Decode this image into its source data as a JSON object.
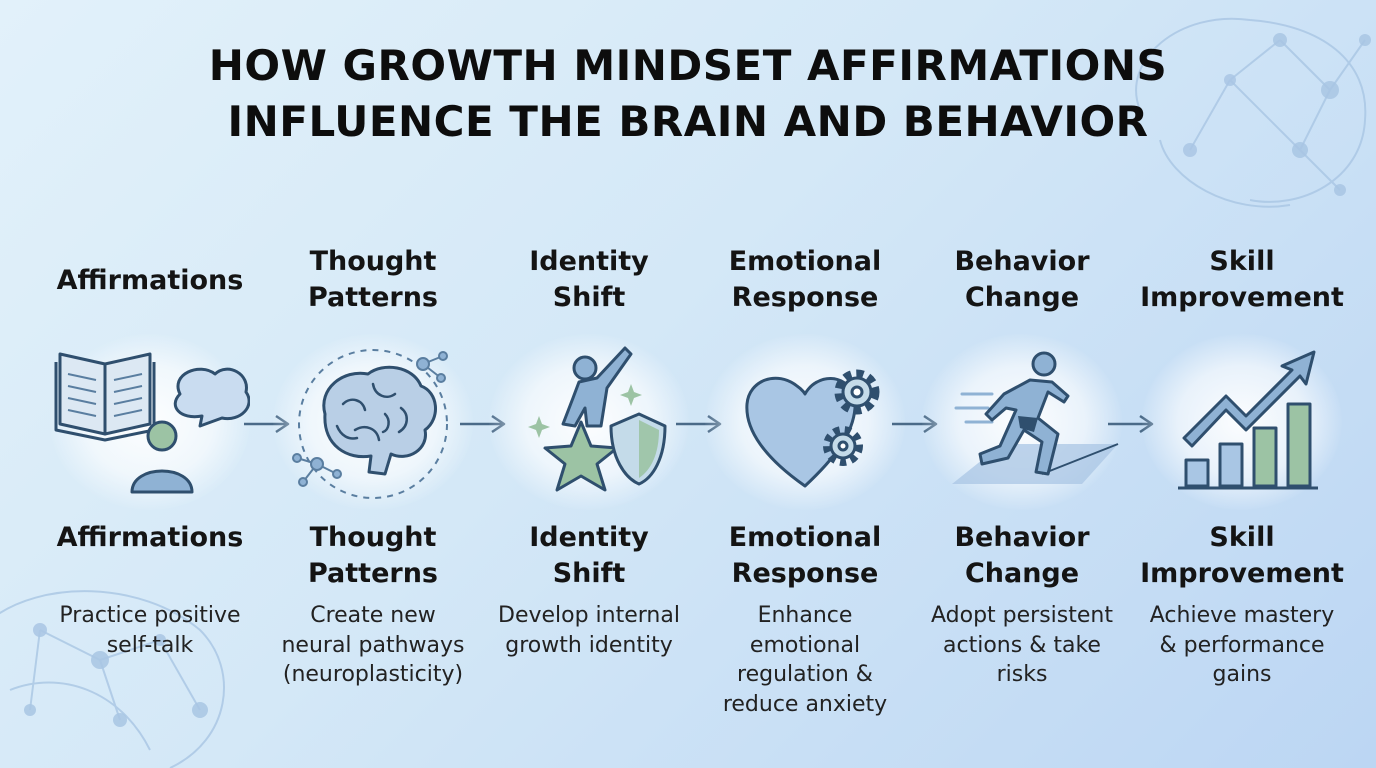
{
  "title": {
    "line1": "HOW GROWTH MINDSET AFFIRMATIONS",
    "line2": "INFLUENCE THE BRAIN AND BEHAVIOR"
  },
  "colors": {
    "title": "#0d0d0d",
    "icon_stroke": "#2f4f6e",
    "icon_blue": "#8fb2d4",
    "icon_green": "#9cc3a4",
    "arrow": "#4a6a88"
  },
  "stages": [
    {
      "top_label": [
        "Affirmations"
      ],
      "bottom_label": [
        "Affirmations"
      ],
      "description": [
        "Practice positive",
        "self-talk"
      ],
      "icon": "book-speech-bubble-person-icon"
    },
    {
      "top_label": [
        "Thought",
        "Patterns"
      ],
      "bottom_label": [
        "Thought",
        "Patterns"
      ],
      "description": [
        "Create new",
        "neural pathways",
        "(neuroplasticity)"
      ],
      "icon": "brain-neurons-icon"
    },
    {
      "top_label": [
        "Identity",
        "Shift"
      ],
      "bottom_label": [
        "Identity",
        "Shift"
      ],
      "description": [
        "Develop internal",
        "growth identity"
      ],
      "icon": "person-star-shield-icon"
    },
    {
      "top_label": [
        "Emotional",
        "Response"
      ],
      "bottom_label": [
        "Emotional",
        "Response"
      ],
      "description": [
        "Enhance",
        "emotional",
        "regulation &",
        "reduce anxiety"
      ],
      "icon": "heart-gears-icon"
    },
    {
      "top_label": [
        "Behavior",
        "Change"
      ],
      "bottom_label": [
        "Behavior",
        "Change"
      ],
      "description": [
        "Adopt persistent",
        "actions & take",
        "risks"
      ],
      "icon": "running-person-icon"
    },
    {
      "top_label": [
        "Skill",
        "Improvement"
      ],
      "bottom_label": [
        "Skill",
        "Improvement"
      ],
      "description": [
        "Achieve mastery",
        "& performance",
        "gains"
      ],
      "icon": "bar-chart-up-arrow-icon"
    }
  ]
}
